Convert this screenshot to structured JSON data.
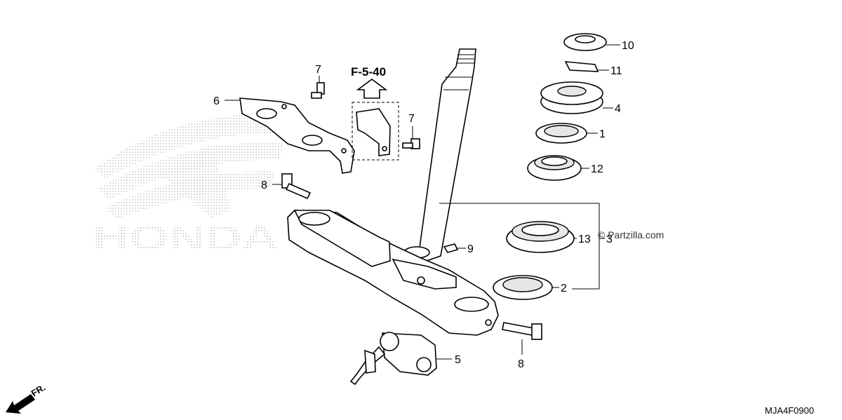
{
  "diagram": {
    "reference": "F-5-40",
    "drawing_code": "MJA4F0900",
    "watermark": "© Partzilla.com",
    "brand_watermark": "HONDA",
    "front_indicator": "FR.",
    "callouts": {
      "c10": "10",
      "c11": "11",
      "c4": "4",
      "c1": "1",
      "c12": "12",
      "c13": "13",
      "c3": "3",
      "c2": "2",
      "c9": "9",
      "c8_left": "8",
      "c8_right": "8",
      "c7_top": "7",
      "c7_mid": "7",
      "c6": "6",
      "c5": "5"
    }
  }
}
